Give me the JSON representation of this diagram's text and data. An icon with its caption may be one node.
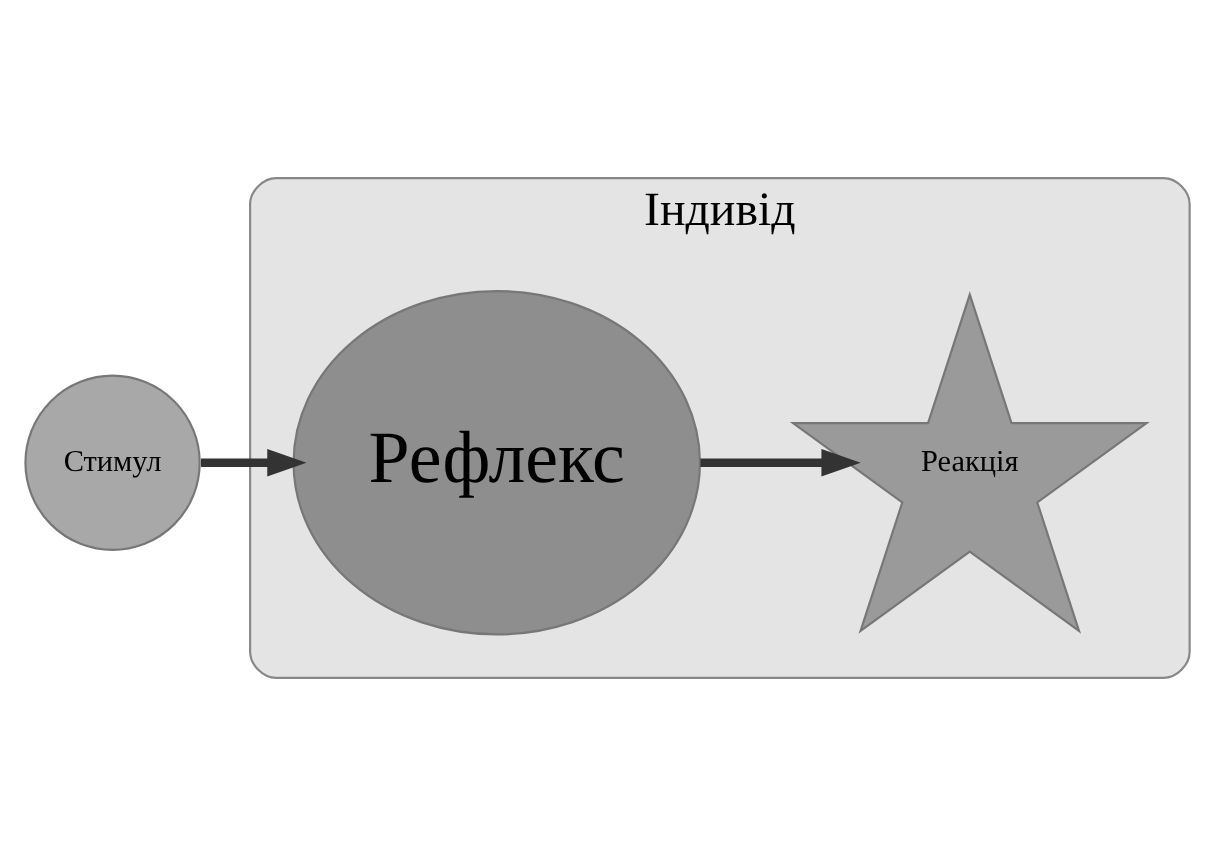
{
  "diagram": {
    "nodes": [
      {
        "text": [
          "Індивід"
        ]
      },
      {
        "text": [
          "Стимул"
        ]
      },
      {
        "text": [
          "Рефлекс"
        ],
        "in": 0
      },
      {
        "text": [
          "Реакція"
        ],
        "in": 0
      }
    ],
    "edges": [
      {
        "from": 1,
        "to": 2,
        "arrow": "to"
      },
      {
        "from": 2,
        "to": 3,
        "arrow": "to"
      }
    ]
  }
}
